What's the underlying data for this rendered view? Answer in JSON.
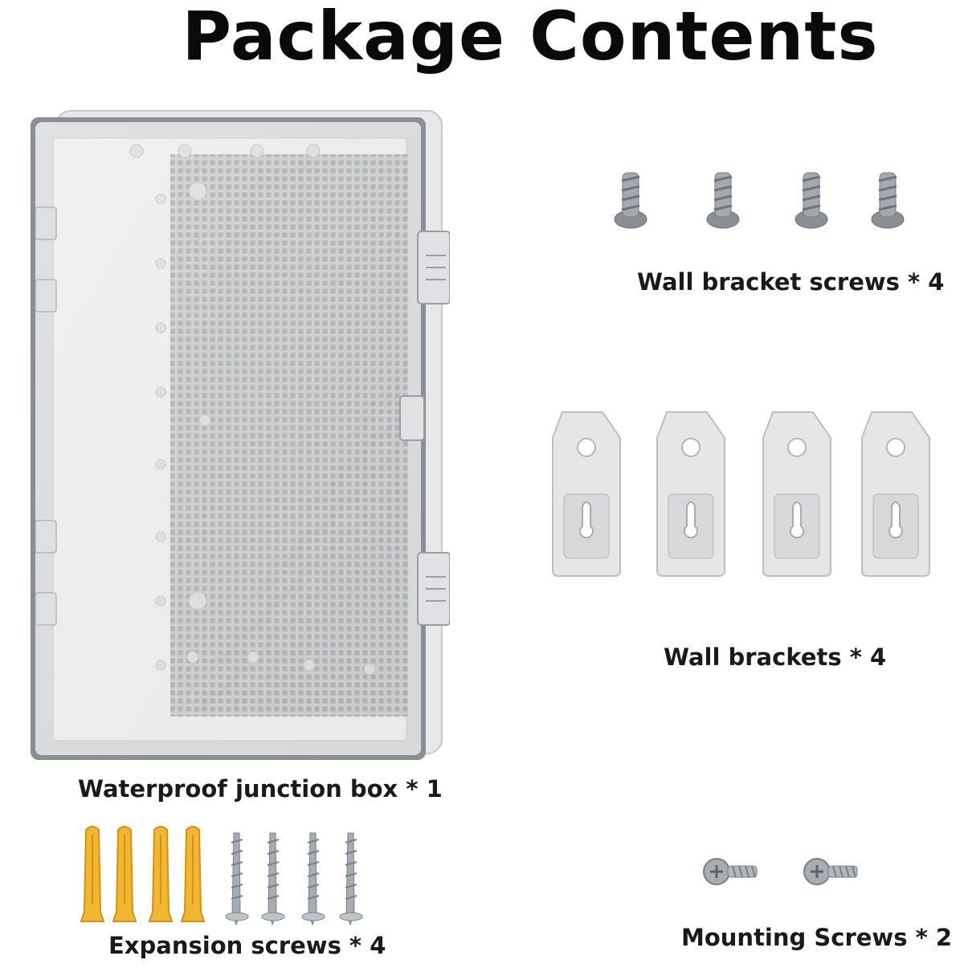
{
  "page": {
    "title": "Package Contents"
  },
  "items": {
    "box": {
      "label": "Waterproof junction box * 1"
    },
    "wall_bracket_screws": {
      "label": "Wall bracket screws * 4"
    },
    "wall_brackets": {
      "label": "Wall brackets * 4"
    },
    "expansion_screws": {
      "label": "Expansion screws * 4"
    },
    "mounting_screws": {
      "label": "Mounting Screws * 2"
    }
  },
  "colors": {
    "box_body": "#e9e9ea",
    "lid_frame": "#6d7177",
    "anchor_yellow": "#f2b632",
    "screw_steel": "#9aa0a6",
    "bracket_white": "#e4e4e4"
  },
  "icons": {
    "box": "junction-box-icon",
    "screw": "screw-icon",
    "bracket": "wall-bracket-icon",
    "anchor": "wall-anchor-icon"
  }
}
